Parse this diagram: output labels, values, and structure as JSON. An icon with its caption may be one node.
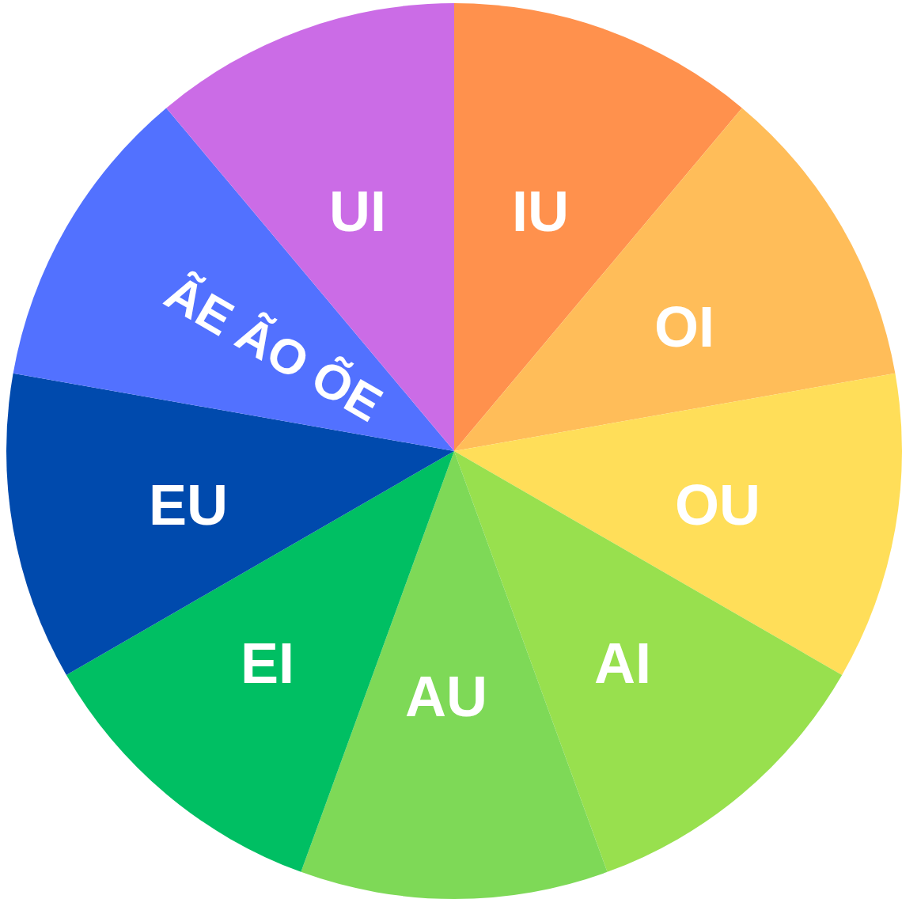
{
  "diagram": {
    "nodes": [
      {
        "text": [
          "IU"
        ]
      },
      {
        "text": [
          "OI"
        ]
      },
      {
        "text": [
          "OU"
        ]
      },
      {
        "text": [
          "AI"
        ]
      },
      {
        "text": [
          "AU"
        ]
      },
      {
        "text": [
          "EI"
        ]
      },
      {
        "text": [
          "EU"
        ]
      },
      {
        "text": [
          "ÃE ÃO ÕE"
        ]
      },
      {
        "text": [
          "UI"
        ]
      }
    ]
  }
}
